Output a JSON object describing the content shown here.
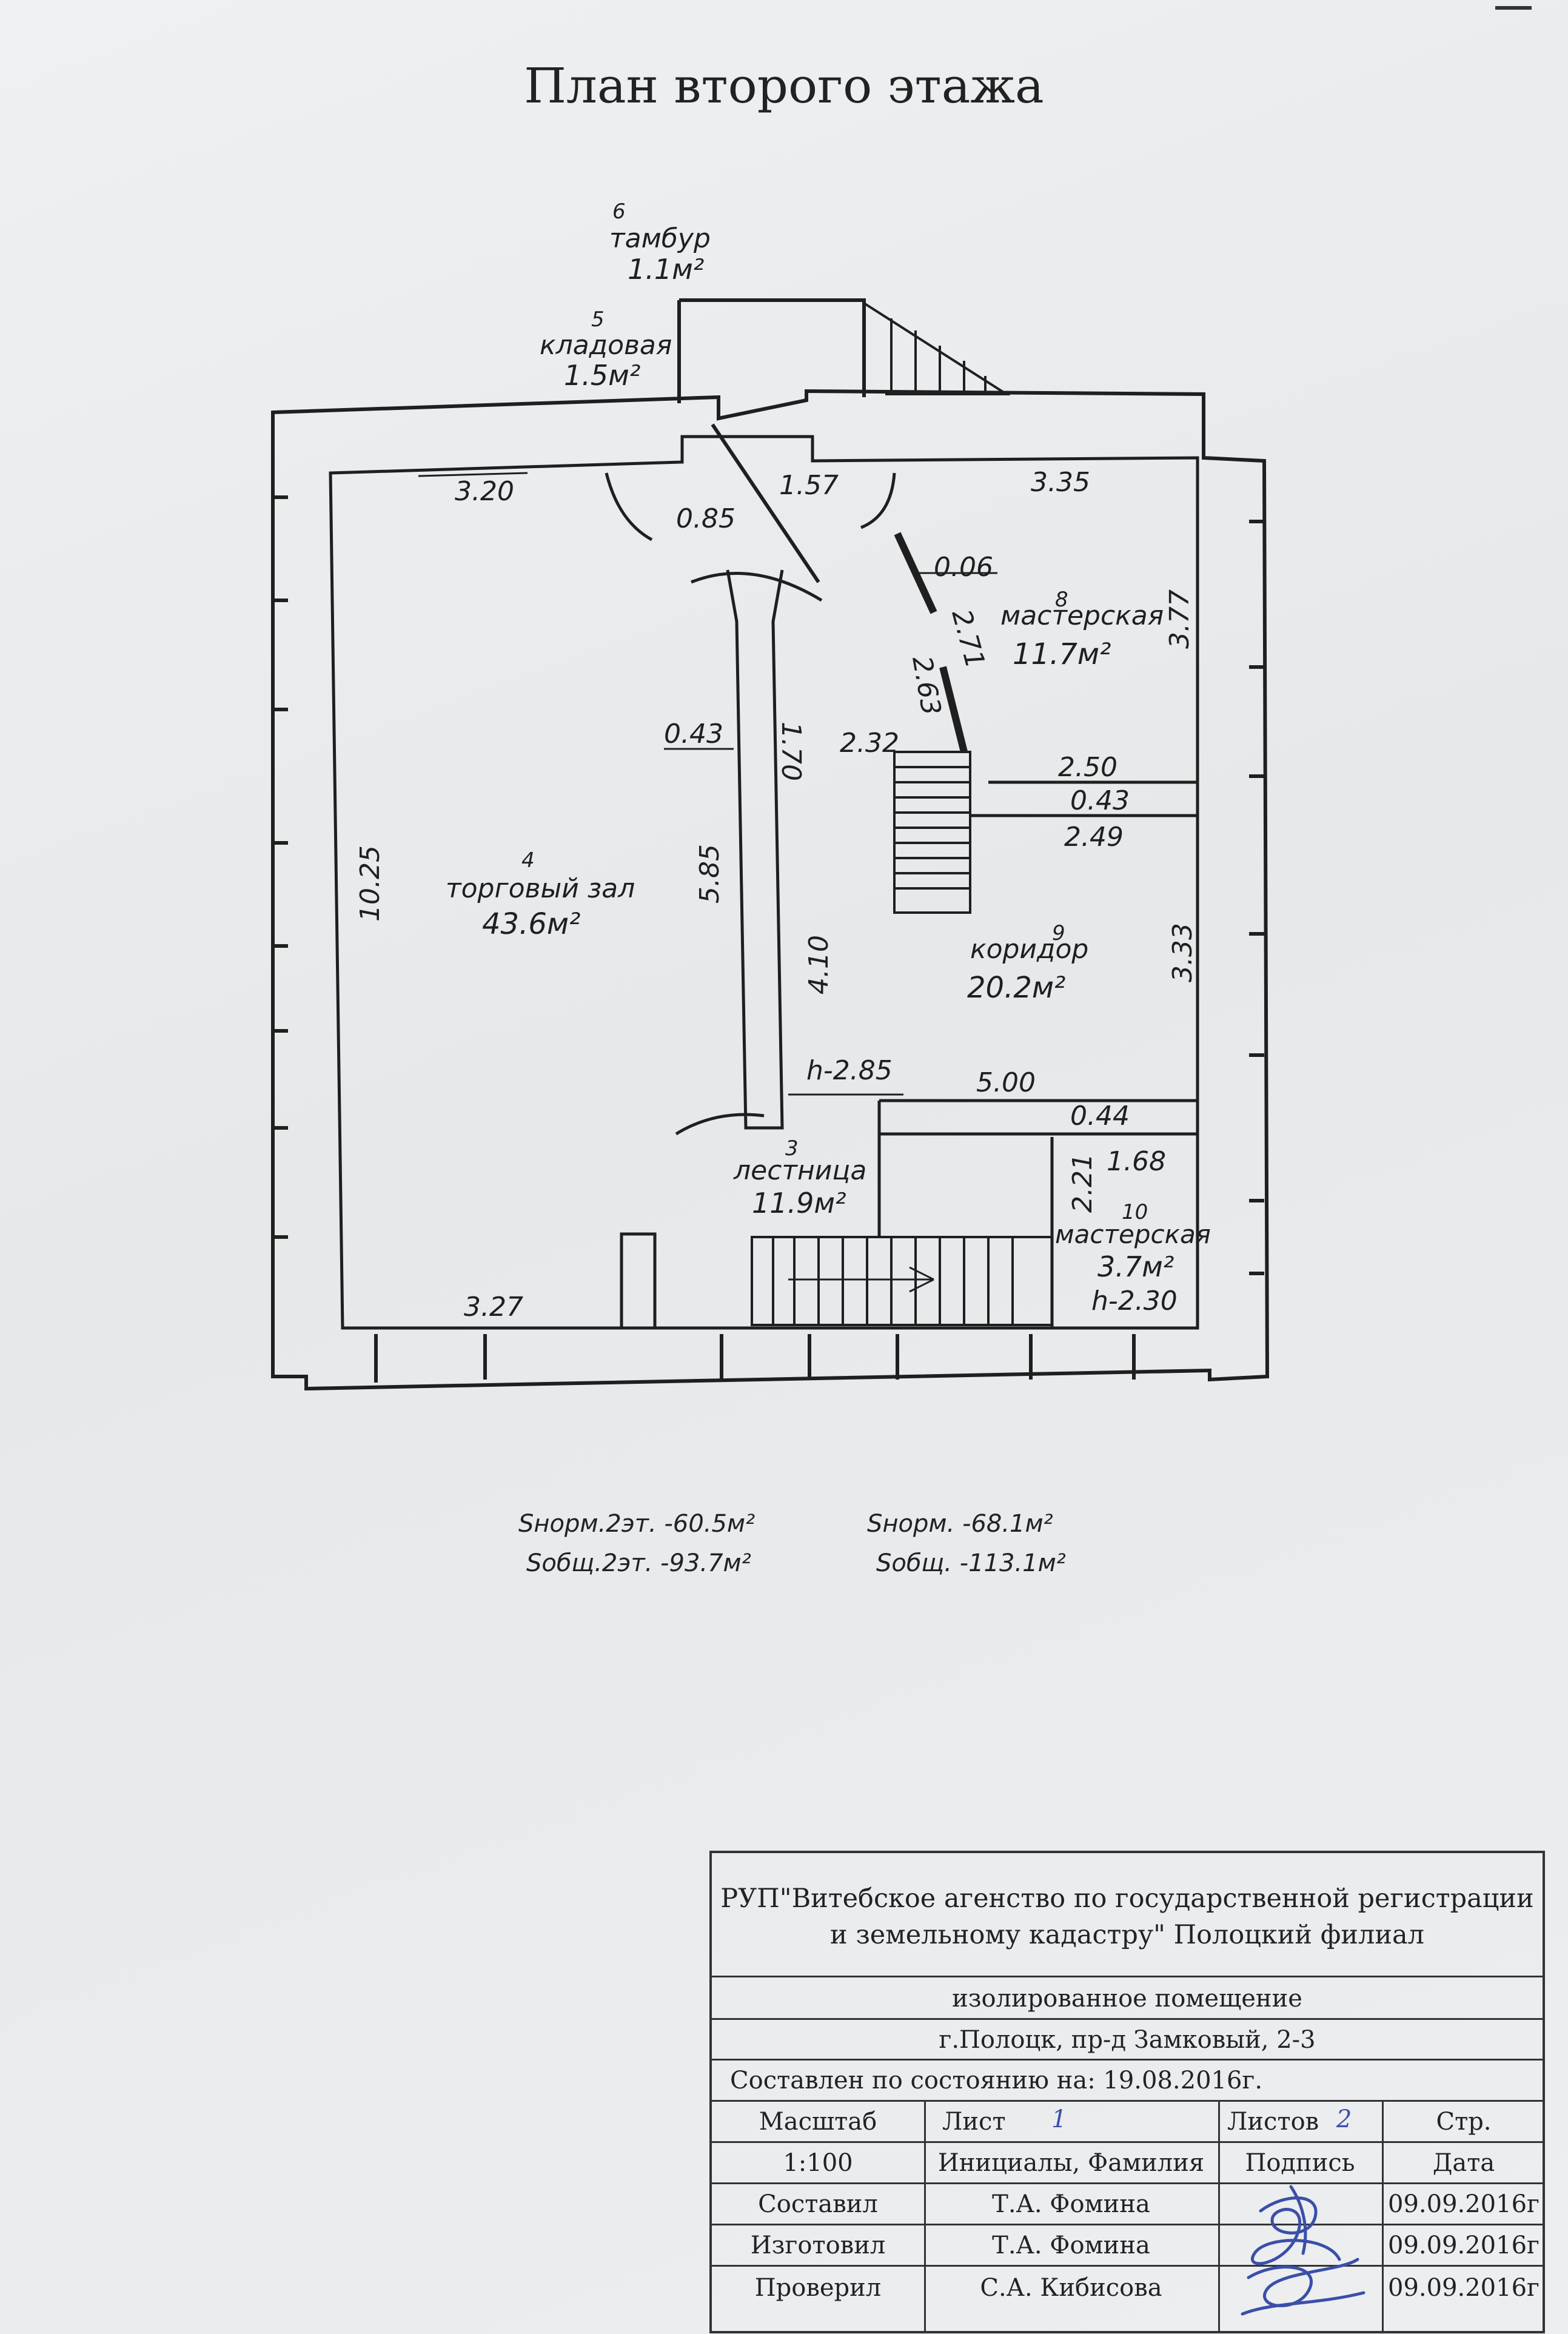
{
  "document": {
    "title": "План второго этажа"
  },
  "rooms": [
    {
      "num": "6",
      "name": "тамбур",
      "area": "1.1м²"
    },
    {
      "num": "5",
      "name": "кладовая",
      "area": "1.5м²"
    },
    {
      "num": "8",
      "name": "мастерская",
      "area": "11.7м²"
    },
    {
      "num": "4",
      "name": "торговый зал",
      "area": "43.6м²"
    },
    {
      "num": "9",
      "name": "коридор",
      "area": "20.2м²"
    },
    {
      "num": "3",
      "name": "лестница",
      "area": "11.9м²"
    },
    {
      "num": "10",
      "name": "мастерская",
      "area": "3.7м²"
    }
  ],
  "dimensions": {
    "d320": "3.20",
    "d085": "0.85",
    "d157": "1.57",
    "d335": "3.35",
    "d006": "0.06",
    "d263": "2.63",
    "d271": "2.71",
    "d377": "3.77",
    "d170": "1.70",
    "d043a": "0.43",
    "d232": "2.32",
    "d250": "2.50",
    "d043b": "0.43",
    "d249": "2.49",
    "d1025": "10.25",
    "d585": "5.85",
    "d410": "4.10",
    "d333": "3.33",
    "h285": "h-2.85",
    "d500": "5.00",
    "d044": "0.44",
    "d168": "1.68",
    "d221": "2.21",
    "d327": "3.27",
    "h230": "h-2.30"
  },
  "areas": {
    "s_norm_2": "Sнорм.2эт. -60.5м²",
    "s_obsh_2": "Sобщ.2эт. -93.7м²",
    "s_norm": "Sнорм. -68.1м²",
    "s_obsh": "Sобщ. -113.1м²"
  },
  "stamp": {
    "org": "РУП\"Витебское агенство по государственной регистрации и земельному кадастру\" Полоцкий филиал",
    "object": "изолированное помещение",
    "address": "г.Полоцк, пр-д Замковый, 2-3",
    "state": "Составлен по состоянию на: 19.08.2016г.",
    "scale_label": "Масштаб",
    "scale_value": "1:100",
    "sheet_label": "Лист",
    "sheet_value": "1",
    "sheets_label": "Листов",
    "sheets_value": "2",
    "page_label": "Стр.",
    "initials_label": "Инициалы, Фамилия",
    "signature_label": "Подпись",
    "date_label": "Дата",
    "rows": [
      {
        "role": "Составил",
        "name": "Т.А. Фомина",
        "date": "09.09.2016г"
      },
      {
        "role": "Изготовил",
        "name": "Т.А. Фомина",
        "date": "09.09.2016г"
      },
      {
        "role": "Проверил",
        "name": "С.А. Кибисова",
        "date": "09.09.2016г"
      }
    ]
  },
  "colors": {
    "ink": "#1f1f1f",
    "paper": "#eceef0",
    "pen": "#3a4fa8"
  }
}
